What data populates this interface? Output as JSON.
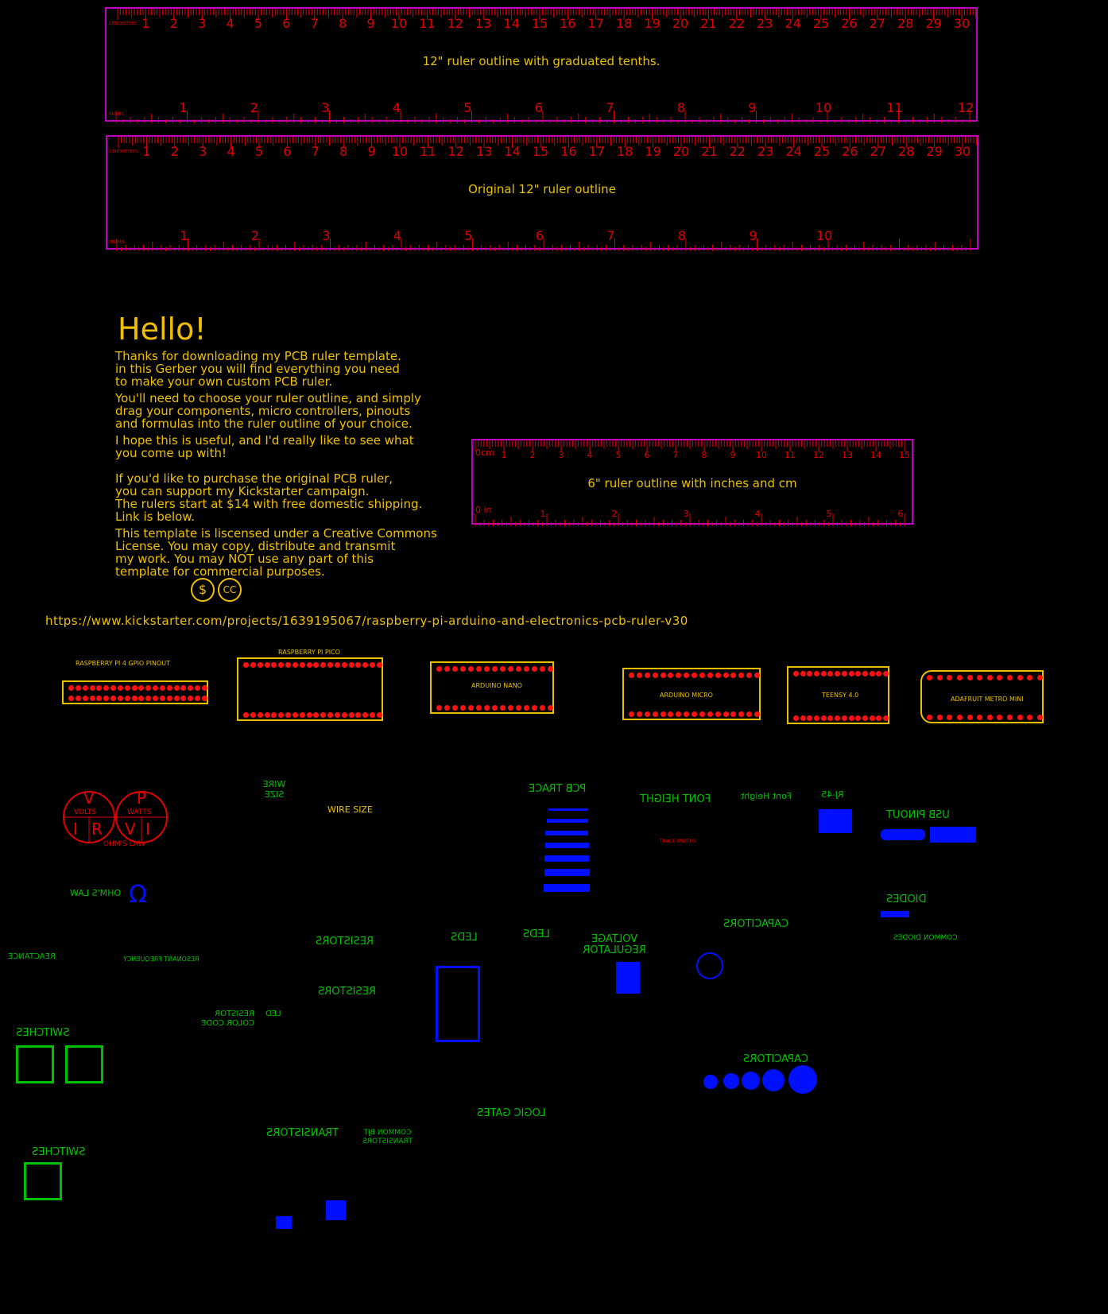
{
  "rulers": {
    "top": {
      "title": "12\" ruler outline with graduated tenths.",
      "cm_label": "CENTIMETERS",
      "in_label": "INCHES",
      "cm_numbers": [
        1,
        2,
        3,
        4,
        5,
        6,
        7,
        8,
        9,
        10,
        11,
        12,
        13,
        14,
        15,
        16,
        17,
        18,
        19,
        20,
        21,
        22,
        23,
        24,
        25,
        26,
        27,
        28,
        29,
        30
      ],
      "in_numbers": [
        1,
        2,
        3,
        4,
        5,
        6,
        7,
        8,
        9,
        10,
        11,
        12
      ]
    },
    "original": {
      "title": "Original 12\" ruler outline",
      "cm_label": "CENTIMETERS",
      "in_label": "INCHES",
      "cm_numbers": [
        1,
        2,
        3,
        4,
        5,
        6,
        7,
        8,
        9,
        10,
        11,
        12,
        13,
        14,
        15,
        16,
        17,
        18,
        19,
        20,
        21,
        22,
        23,
        24,
        25,
        26,
        27,
        28,
        29,
        30
      ],
      "in_numbers": [
        1,
        2,
        3,
        4,
        5,
        6,
        7,
        8,
        9,
        10
      ]
    },
    "six": {
      "title": "6\" ruler outline with inches and cm",
      "cm_zero": "0cm",
      "in_zero": "0 in",
      "cm_numbers": [
        1,
        2,
        3,
        4,
        5,
        6,
        7,
        8,
        9,
        10,
        11,
        12,
        13,
        14,
        15
      ],
      "in_numbers": [
        1,
        2,
        3,
        4,
        5,
        6
      ]
    }
  },
  "intro": {
    "hello": "Hello!",
    "paragraphs": [
      "Thanks for downloading my PCB ruler template.\nin this Gerber you will find everything you need\nto make your own custom PCB ruler.",
      "You'll need to choose your ruler outline, and simply\ndrag your components, micro controllers, pinouts\nand formulas into the ruler outline of your choice.",
      "I hope this is useful, and I'd really like to see what\nyou come up with!",
      "If you'd like to purchase the original PCB ruler,\nyou can support my Kickstarter campaign.\nThe rulers start at $14 with free domestic shipping.\nLink is below.",
      "This template is liscensed under a Creative Commons\nLicense. You may copy, distribute and transmit\nmy work. You may NOT use any part of this\ntemplate for commercial purposes."
    ],
    "nc_icon": "$",
    "cc_icon": "CC",
    "url": "https://www.kickstarter.com/projects/1639195067/raspberry-pi-arduino-and-electronics-pcb-ruler-v30"
  },
  "boards": [
    {
      "title": "RASPBERRY PI 4 GPIO PINOUT"
    },
    {
      "title": "RASPBERRY PI PICO"
    },
    {
      "title": "ARDUINO NANO"
    },
    {
      "title": "ARDUINO MICRO"
    },
    {
      "title": "TEENSY 4.0"
    },
    {
      "title": "ADAFRUIT METRO MINI"
    }
  ],
  "reference": {
    "ohms_law": "OHM'S LAW",
    "ohm_wheel": [
      "V",
      "P",
      "VOLTS",
      "WATTS",
      "I",
      "R",
      "V",
      "I",
      "OHM'S LAW"
    ],
    "wire_size": "WIRE SIZE",
    "wire_size2": "WIRE SIZE",
    "pcb_trace": "PCB TRACE",
    "font_height": "FONT HEIGHT",
    "font_height2": "Font Height",
    "rj45": "RJ-45",
    "usb_pinout": "USB PINOUT",
    "diodes": "DIODES",
    "common_diodes": "COMMON DIODES",
    "capacitors": "CAPACITORS",
    "capacitors2": "CAPACITORS",
    "resistors": "RESISTORS",
    "resistors2": "RESISTORS",
    "leds": "LEDS",
    "leds2": "LEDS",
    "voltage_regulator": "VOLTAGE REGULATOR",
    "switches": "SWITCHES",
    "switches2": "SWITCHES",
    "transistors": "TRANSISTORS",
    "common_bjt": "COMMON BJT TRANSISTORS",
    "logic_gates": "LOGIC GATES",
    "reactance": "REACTANCE",
    "resonant": "RESONANT FREQUENCY",
    "resistor_code": "RESISTOR COLOR CODE",
    "led": "LED",
    "trace_widths": "TRACE WIDTHS"
  },
  "colors": {
    "outline": "#c000c0",
    "ticks": "#e00000",
    "silk": "#e8c000",
    "copper": "#ff1010",
    "ref": "#00c000",
    "ref_shape": "#0010ff"
  }
}
